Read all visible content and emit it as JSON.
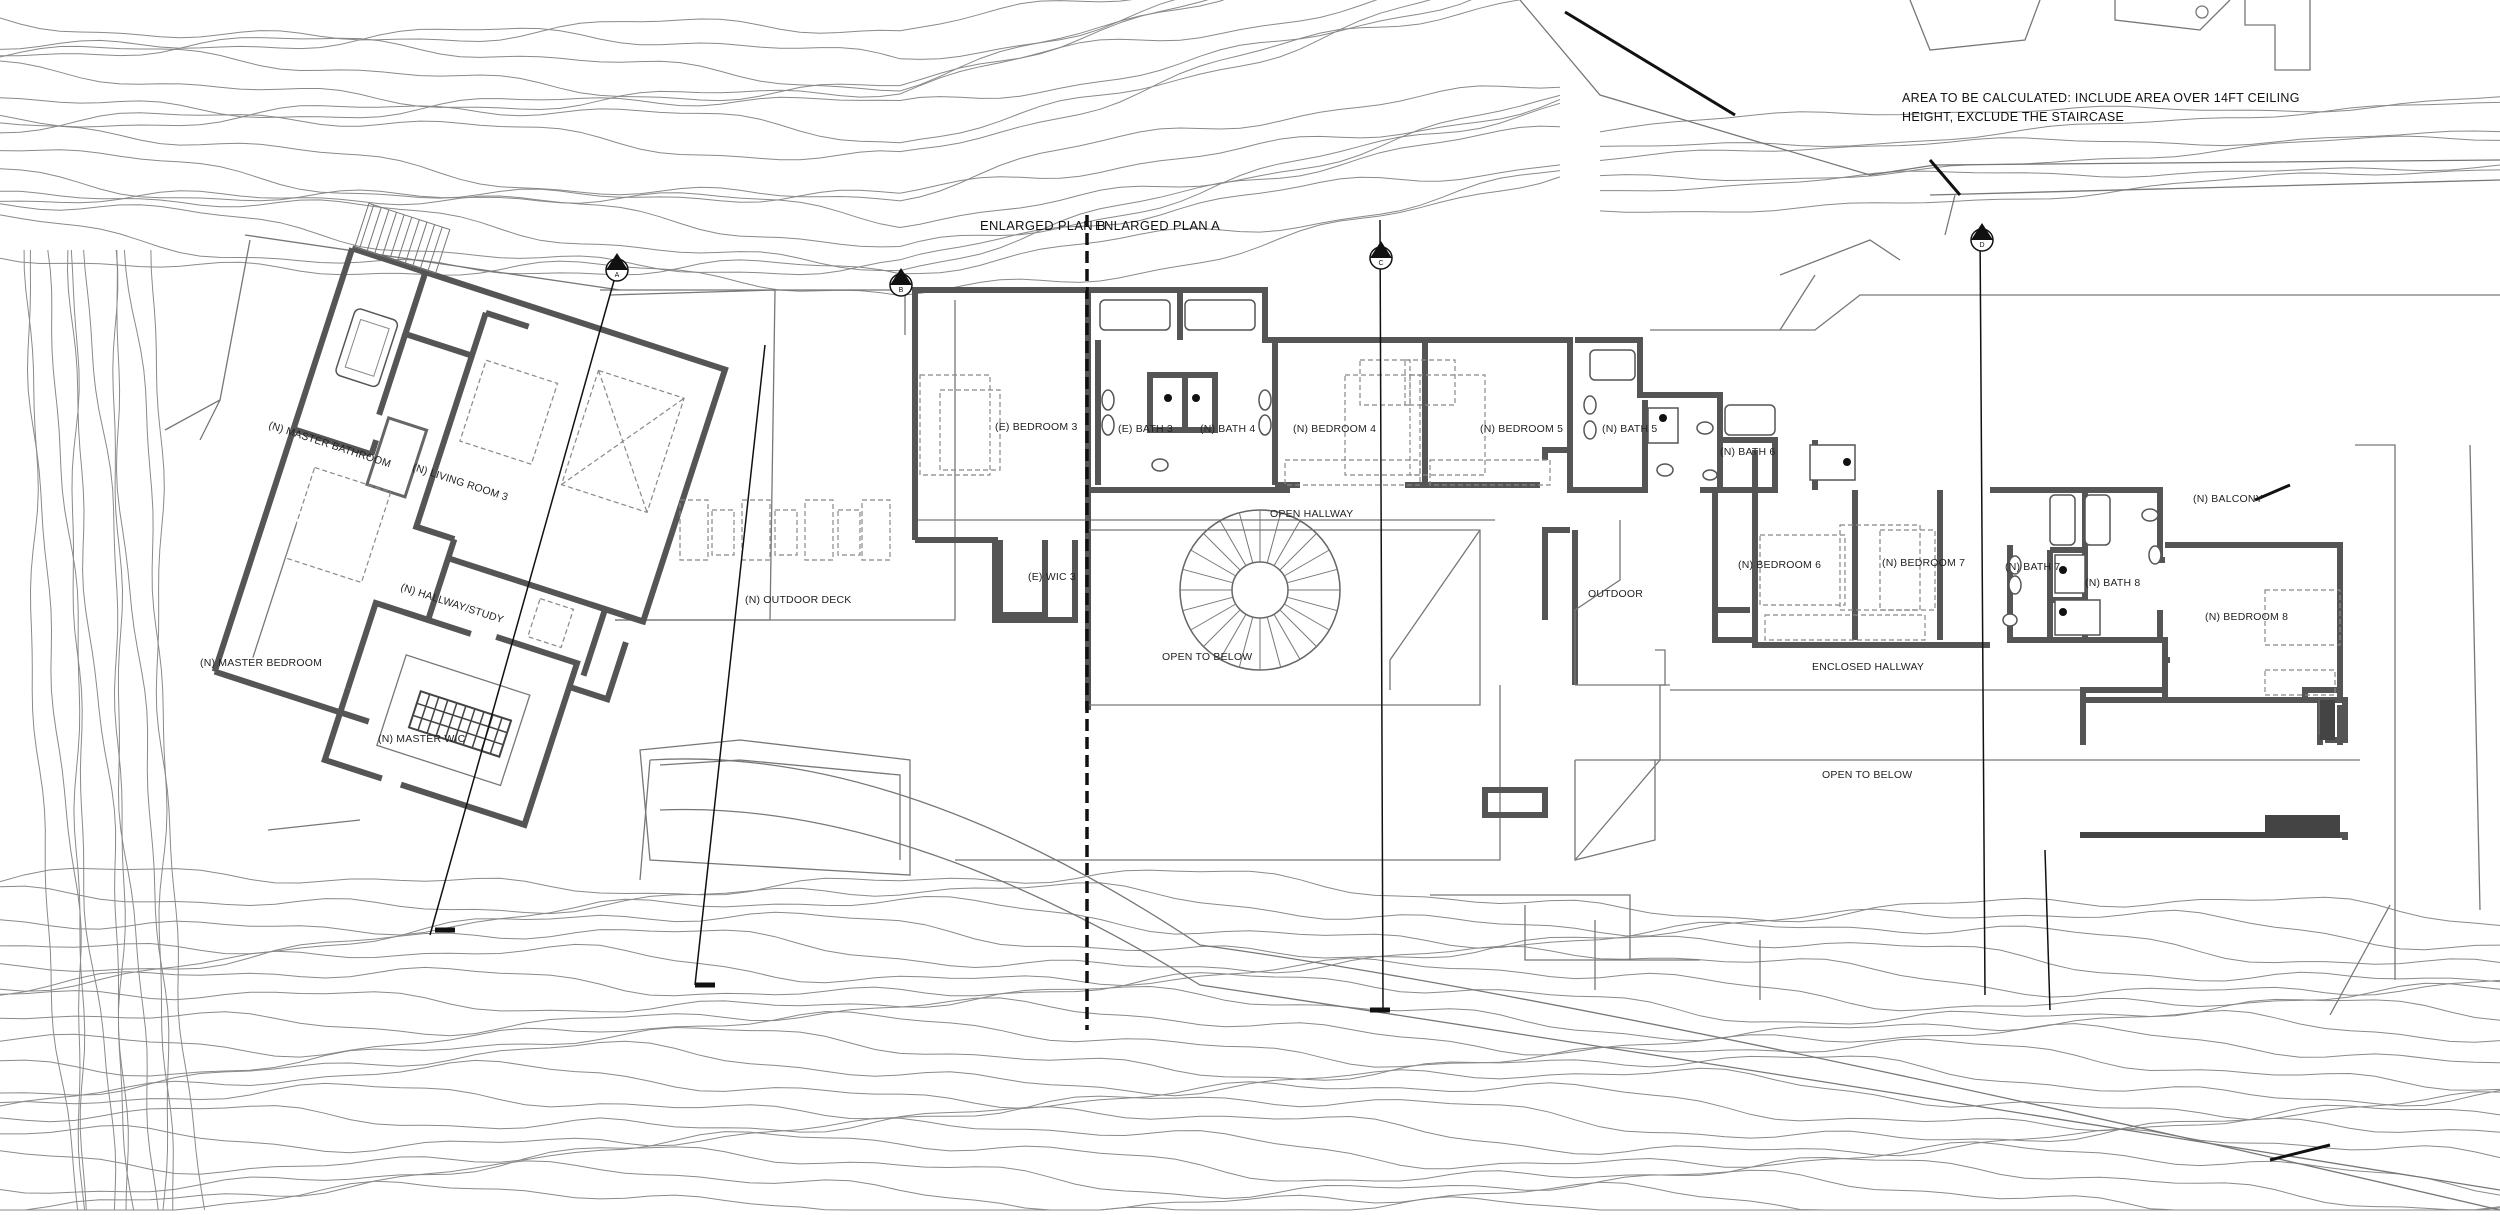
{
  "notes": {
    "area_line1": "AREA TO BE CALCULATED: INCLUDE AREA OVER 14FT CEILING",
    "area_line2": "HEIGHT, EXCLUDE THE STAIRCASE",
    "plan_b": "ENLARGED PLAN B",
    "plan_a": "ENLARGED PLAN A"
  },
  "rooms": {
    "master_bathroom": "(N) MASTER BATHROOM",
    "living_room_3": "(N) LIVING ROOM 3",
    "hallway_study": "(N) HALLWAY/STUDY",
    "master_bedroom": "(N) MASTER BEDROOM",
    "master_wic": "(N) MASTER WIC",
    "outdoor_deck": "(N) OUTDOOR DECK",
    "bedroom_3": "(E) BEDROOM 3",
    "bath_3": "(E) BATH 3",
    "bath_4": "(N) BATH 4",
    "bedroom_4": "(N) BEDROOM 4",
    "bedroom_5": "(N) BEDROOM 5",
    "bath_5": "(N) BATH 5",
    "bath_6": "(N) BATH 6",
    "open_hallway": "OPEN HALLWAY",
    "wic_3": "(E) WIC 3",
    "open_to_below_1": "OPEN TO BELOW",
    "outdoor": "OUTDOOR",
    "bedroom_6": "(N) BEDROOM 6",
    "bedroom_7": "(N) BEDROOM 7",
    "bath_7": "(N) BATH 7",
    "bath_8": "(N) BATH 8",
    "balcony": "(N) BALCONY",
    "bedroom_8": "(N) BEDROOM 8",
    "enclosed_hallway": "ENCLOSED HALLWAY",
    "open_to_below_2": "OPEN TO BELOW"
  },
  "section_markers": [
    {
      "id": "A",
      "label": "A"
    },
    {
      "id": "B",
      "label": "B"
    },
    {
      "id": "C",
      "label": "C"
    },
    {
      "id": "D",
      "label": "D"
    }
  ]
}
